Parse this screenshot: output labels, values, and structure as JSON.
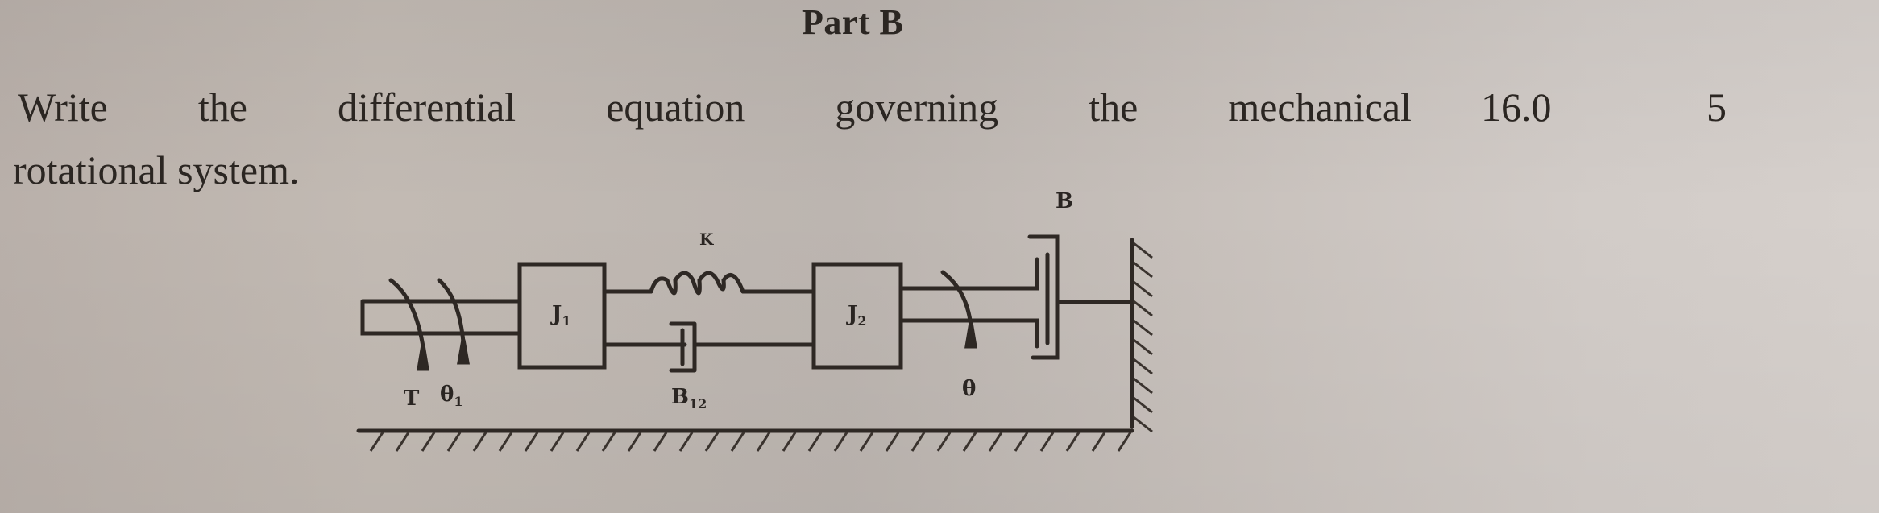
{
  "document": {
    "section_title": "Part B",
    "question": {
      "line1_words": [
        "Write",
        "the",
        "differential",
        "equation",
        "governing",
        "the",
        "mechanical"
      ],
      "line2": "rotational system.",
      "course_outcome": "16.0",
      "marks": "5"
    },
    "diagram": {
      "type": "mechanical-rotational-system",
      "labels": {
        "torque": "T",
        "theta1": "θ",
        "theta1_sub": "1",
        "inertia1": "J",
        "inertia1_sub": "1",
        "spring": "K",
        "damper12": "B",
        "damper12_sub": "12",
        "inertia2": "J",
        "inertia2_sub": "2",
        "theta": "θ",
        "damper": "B"
      }
    }
  },
  "colors": {
    "paper": "#c2bab3",
    "ink": "#2b2622"
  }
}
